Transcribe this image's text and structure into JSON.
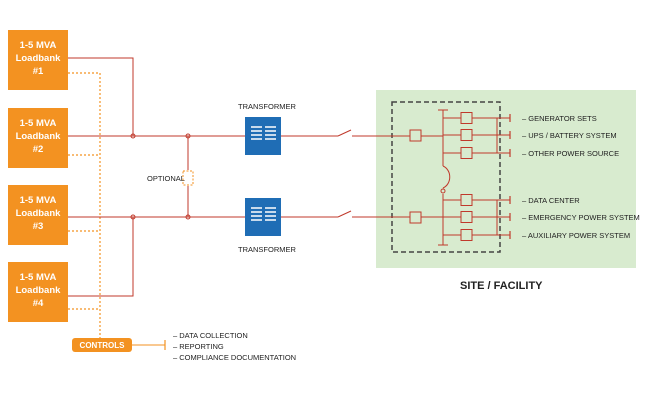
{
  "colors": {
    "loadbank": "#f39221",
    "line": "#c0392b",
    "controls_line": "#f39221",
    "transformer": "#1f6db5",
    "site_bg": "#d8ebcf",
    "site_border": "#444444"
  },
  "loadbanks": [
    {
      "line1": "1-5 MVA",
      "line2": "Loadbank",
      "line3": "#1"
    },
    {
      "line1": "1-5 MVA",
      "line2": "Loadbank",
      "line3": "#2"
    },
    {
      "line1": "1-5 MVA",
      "line2": "Loadbank",
      "line3": "#3"
    },
    {
      "line1": "1-5 MVA",
      "line2": "Loadbank",
      "line3": "#4"
    }
  ],
  "transformers": {
    "top_label": "TRANSFORMER",
    "bottom_label": "TRANSFORMER"
  },
  "optional_label": "OPTIONAL",
  "controls": {
    "label": "CONTROLS",
    "items": [
      "– DATA COLLECTION",
      "– REPORTING",
      "– COMPLIANCE DOCUMENTATION"
    ]
  },
  "site": {
    "title": "SITE / FACILITY",
    "sources": [
      "– GENERATOR SETS",
      "– UPS / BATTERY SYSTEM",
      "– OTHER POWER SOURCE",
      "– DATA CENTER",
      "– EMERGENCY POWER SYSTEM",
      "– AUXILIARY POWER SYSTEM"
    ]
  }
}
